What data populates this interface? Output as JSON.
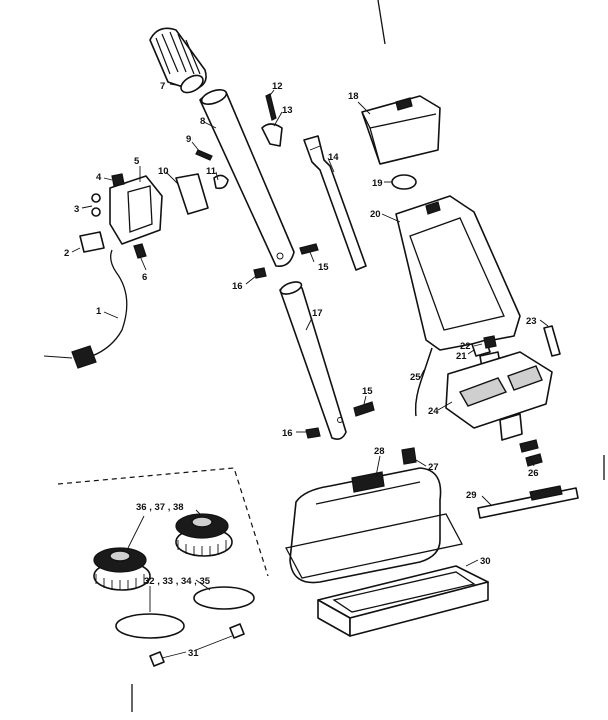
{
  "labels": {
    "p1": "1",
    "p2": "2",
    "p3": "3",
    "p4": "4",
    "p5": "5",
    "p6": "6",
    "p7": "7",
    "p8": "8",
    "p9": "9",
    "p10": "10",
    "p11": "11",
    "p12": "12",
    "p13": "13",
    "p14": "14",
    "p15a": "15",
    "p15b": "15",
    "p16a": "16",
    "p16b": "16",
    "p17": "17",
    "p18": "18",
    "p19": "19",
    "p20": "20",
    "p21": "21",
    "p22": "22",
    "p23": "23",
    "p24": "24",
    "p25": "25",
    "p26": "26",
    "p27": "27",
    "p28": "28",
    "p29": "29",
    "p30": "30",
    "p31": "31",
    "p36_38": "36 , 37 , 38",
    "p32_35": "32 , 33 , 34 , 35"
  }
}
